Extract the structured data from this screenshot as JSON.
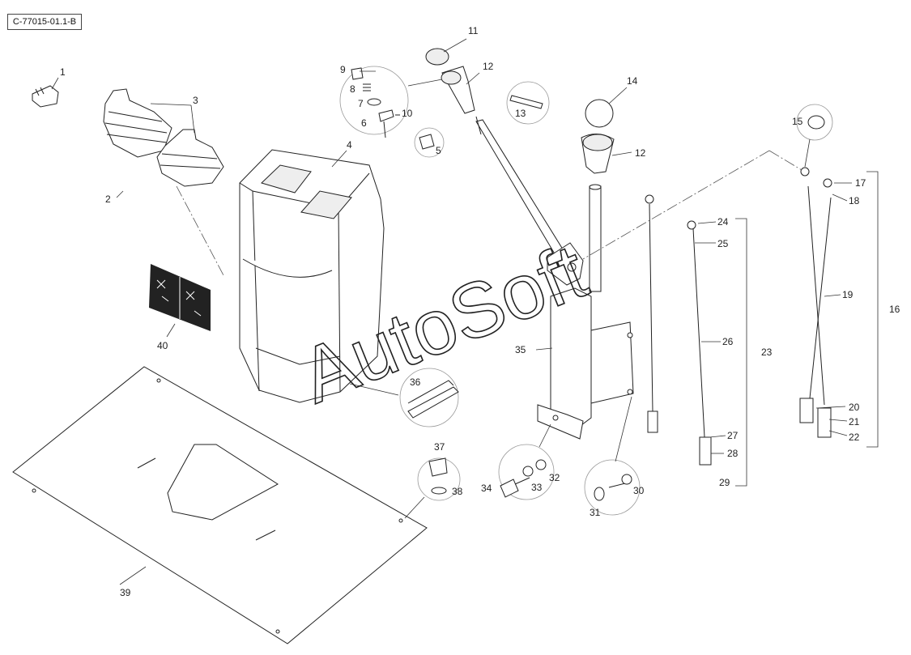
{
  "reference_code": "C-77015-01.1-B",
  "watermark": "AutoSoft",
  "callouts": [
    "1",
    "2",
    "3",
    "4",
    "5",
    "6",
    "7",
    "8",
    "9",
    "10",
    "11",
    "12",
    "12",
    "13",
    "14",
    "15",
    "16",
    "17",
    "18",
    "19",
    "20",
    "21",
    "22",
    "23",
    "24",
    "25",
    "26",
    "27",
    "28",
    "29",
    "30",
    "31",
    "32",
    "33",
    "34",
    "35",
    "36",
    "37",
    "38",
    "39",
    "40"
  ]
}
